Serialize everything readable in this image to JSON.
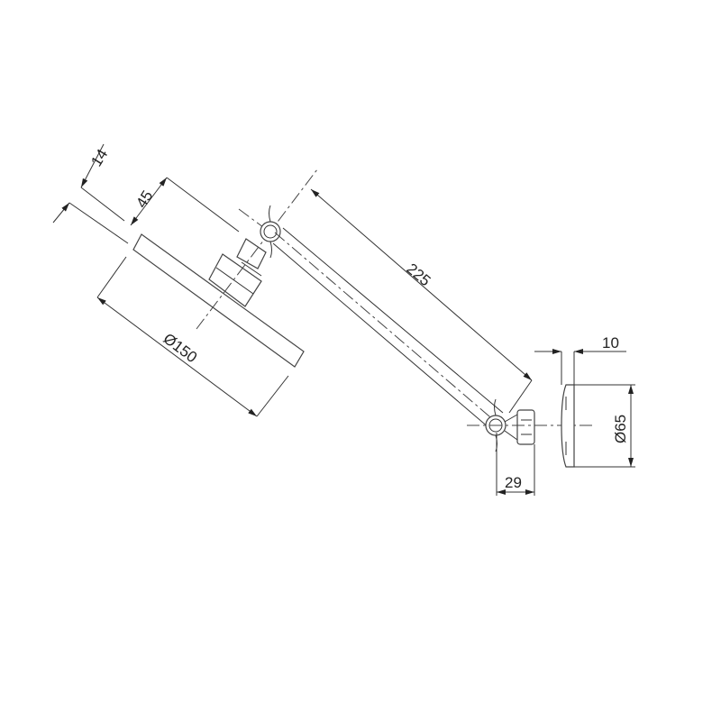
{
  "dimensions": {
    "head_thickness": "14",
    "head_height": "45",
    "head_diameter": "Ø150",
    "arm_length": "225",
    "flange_depth": "10",
    "flange_diameter": "Ø65",
    "nut_length": "29"
  },
  "colors": {
    "line": "#333333",
    "background": "#ffffff"
  }
}
